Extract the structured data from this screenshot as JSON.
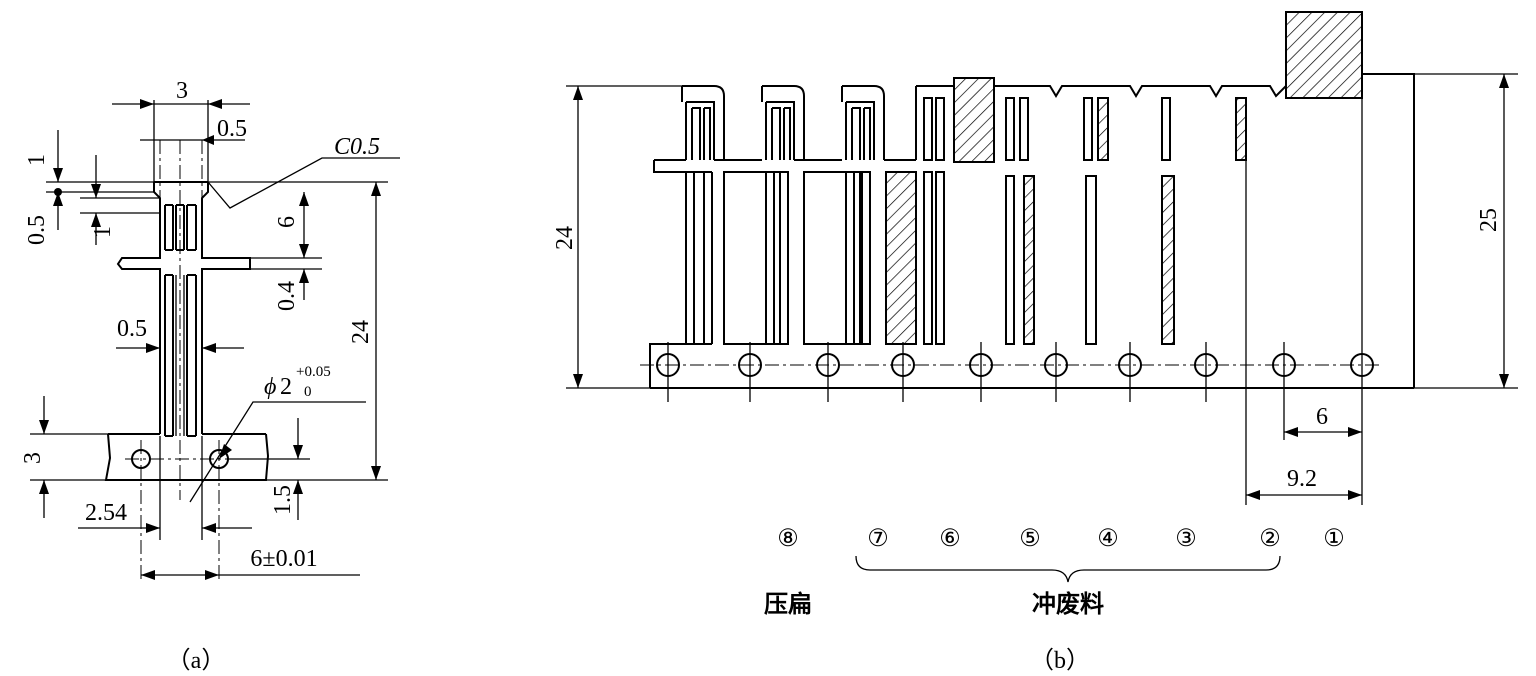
{
  "part_a": {
    "dim_width_3": "3",
    "dim_web_0_5": "0.5",
    "chamfer": "C0.5",
    "dim_1_top": "1",
    "dim_0_5_left": "0.5",
    "dim_1_left": "1",
    "dim_6": "6",
    "dim_0_4": "0.4",
    "dim_0_5_mid": "0.5",
    "dim_24": "24",
    "hole_phi": "ϕ",
    "hole_dia": "2",
    "hole_tol_upper": "+0.05",
    "hole_tol_lower": "0",
    "dim_3_bottom": "3",
    "dim_1_5": "1.5",
    "dim_2_54": "2.54",
    "dim_pitch": "6±0.01",
    "caption": "（a）"
  },
  "part_b": {
    "dim_24": "24",
    "dim_25": "25",
    "dim_6": "6",
    "dim_9_2": "9.2",
    "stations": [
      "⑧",
      "⑦",
      "⑥",
      "⑤",
      "④",
      "③",
      "②",
      "①"
    ],
    "label_flatten": "压扁",
    "label_scrap": "冲废料",
    "caption": "（b）"
  },
  "colors": {
    "line": "#000000",
    "background": "#ffffff"
  }
}
